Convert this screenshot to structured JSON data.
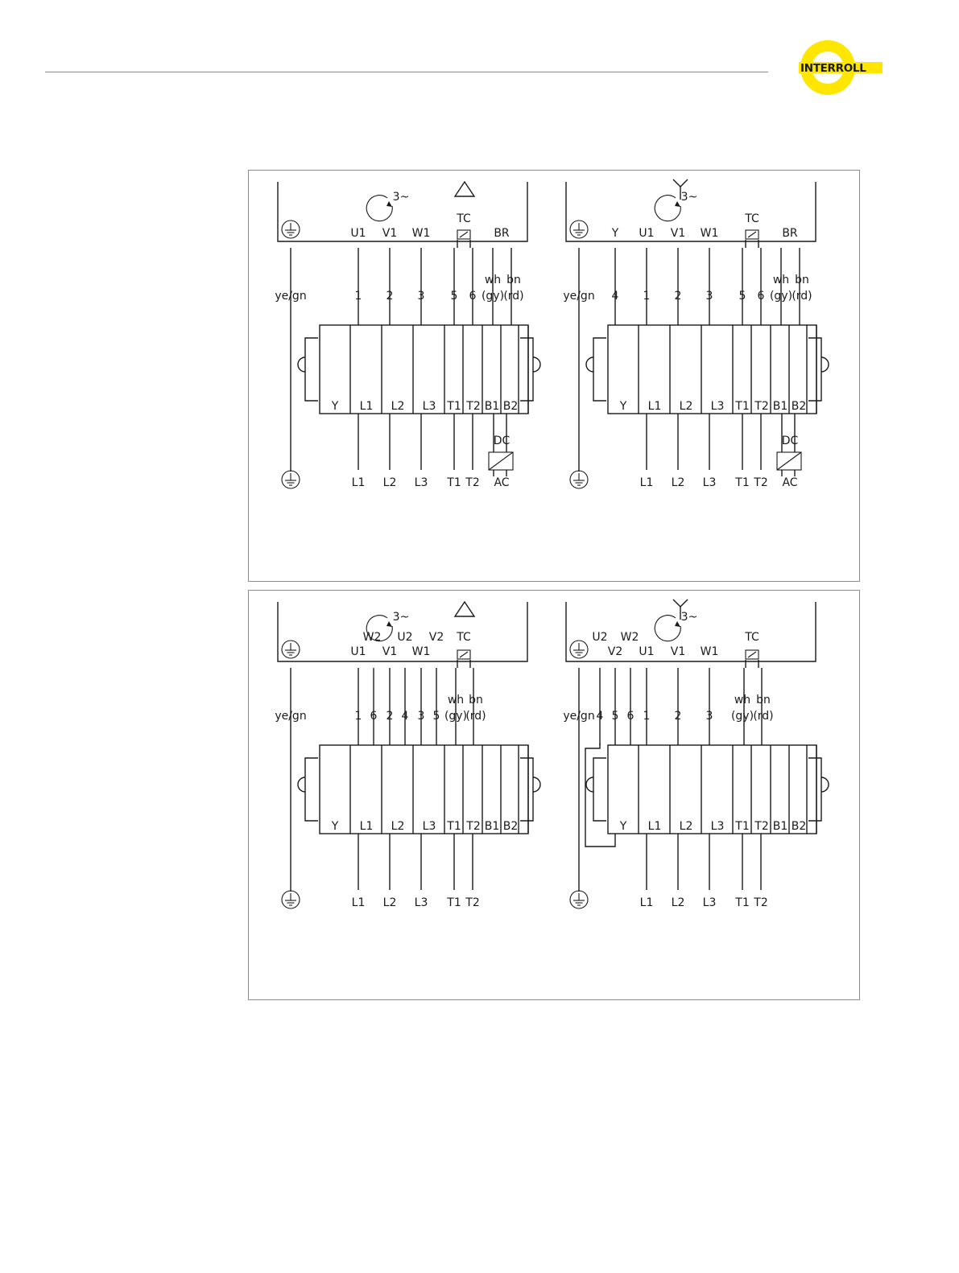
{
  "brand": {
    "name": "INTERROLL",
    "accent_color": "#ffe600"
  },
  "panels": [
    {
      "id": "panel-1",
      "left": {
        "rotation_symbol": "3~",
        "connection_symbol": "delta",
        "ground_symbol": "ground-icon",
        "top_labels": [
          "U1",
          "V1",
          "W1",
          "TC",
          "BR"
        ],
        "wire_numbers": [
          "1",
          "2",
          "3",
          "5",
          "6"
        ],
        "wire_colors": [
          "wh",
          "bn",
          "(gy)",
          "(rd)"
        ],
        "pe_label": "ye/gn",
        "terminal_labels": [
          "Y",
          "L1",
          "L2",
          "L3",
          "T1",
          "T2",
          "B1",
          "B2"
        ],
        "rectifier": {
          "top": "DC",
          "bottom": "AC"
        },
        "bottom_labels": [
          "L1",
          "L2",
          "L3",
          "T1",
          "T2"
        ]
      },
      "right": {
        "rotation_symbol": "3~",
        "connection_symbol": "star",
        "ground_symbol": "ground-icon",
        "top_labels": [
          "Y",
          "U1",
          "V1",
          "W1",
          "TC",
          "BR"
        ],
        "wire_numbers": [
          "4",
          "1",
          "2",
          "3",
          "5",
          "6"
        ],
        "wire_colors": [
          "wh",
          "bn",
          "(gy)",
          "(rd)"
        ],
        "pe_label": "ye/gn",
        "terminal_labels": [
          "Y",
          "L1",
          "L2",
          "L3",
          "T1",
          "T2",
          "B1",
          "B2"
        ],
        "rectifier": {
          "top": "DC",
          "bottom": "AC"
        },
        "bottom_labels": [
          "L1",
          "L2",
          "L3",
          "T1",
          "T2"
        ]
      }
    },
    {
      "id": "panel-2",
      "left": {
        "rotation_symbol": "3~",
        "connection_symbol": "delta",
        "ground_symbol": "ground-icon",
        "top_labels_upper": [
          "W2",
          "U2",
          "V2",
          "TC"
        ],
        "top_labels_lower": [
          "U1",
          "V1",
          "W1"
        ],
        "wire_numbers": [
          "1",
          "6",
          "2",
          "4",
          "3",
          "5"
        ],
        "wire_colors": [
          "wh",
          "bn",
          "(gy)",
          "(rd)"
        ],
        "pe_label": "ye/gn",
        "terminal_labels": [
          "Y",
          "L1",
          "L2",
          "L3",
          "T1",
          "T2",
          "B1",
          "B2"
        ],
        "bottom_labels": [
          "L1",
          "L2",
          "L3",
          "T1",
          "T2"
        ]
      },
      "right": {
        "rotation_symbol": "3~",
        "connection_symbol": "star",
        "ground_symbol": "ground-icon",
        "top_labels_upper": [
          "U2",
          "W2",
          "TC"
        ],
        "top_labels_lower": [
          "V2",
          "U1",
          "V1",
          "W1"
        ],
        "wire_numbers": [
          "4",
          "5",
          "6",
          "1",
          "2",
          "3"
        ],
        "wire_colors": [
          "wh",
          "bn",
          "(gy)",
          "(rd)"
        ],
        "pe_label": "ye/gn",
        "terminal_labels": [
          "Y",
          "L1",
          "L2",
          "L3",
          "T1",
          "T2",
          "B1",
          "B2"
        ],
        "bottom_labels": [
          "L1",
          "L2",
          "L3",
          "T1",
          "T2"
        ]
      }
    }
  ]
}
